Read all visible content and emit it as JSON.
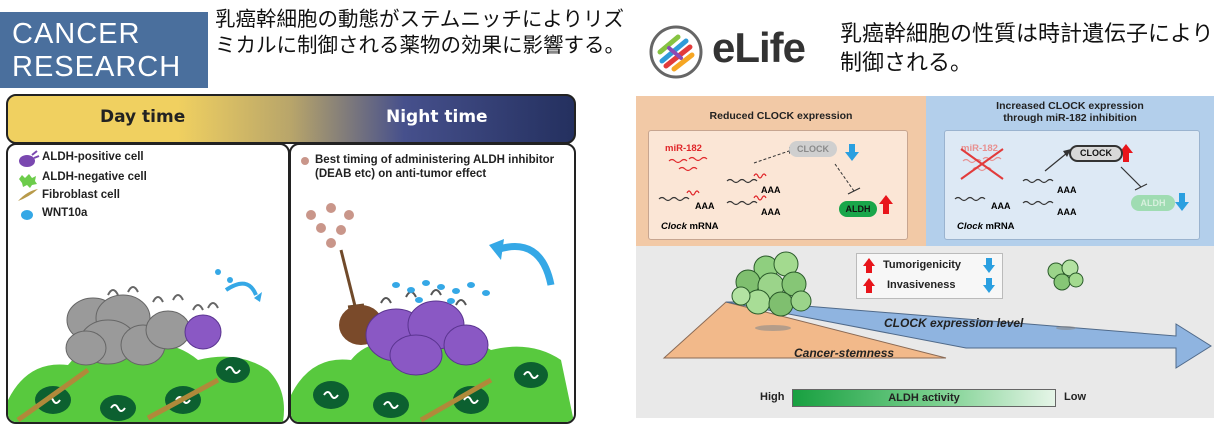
{
  "left": {
    "logo": {
      "line1": "CANCER",
      "line2": "RESEARCH",
      "color": "#4a6f9d"
    },
    "caption": "乳癌幹細胞の動態がステムニッチによりリズミカルに制御される薬物の効果に影響する。",
    "timeline": {
      "day_label": "Day time",
      "night_label": "Night time",
      "day_color": "#f0d060",
      "night_color": "#24305f"
    },
    "legend": [
      {
        "label": "ALDH-positive cell",
        "icon": "aldh-positive-cell-icon"
      },
      {
        "label": "ALDH-negative cell",
        "icon": "aldh-negative-cell-icon"
      },
      {
        "label": "Fibroblast cell",
        "icon": "fibroblast-cell-icon"
      },
      {
        "label": "WNT10a",
        "icon": "wnt10a-icon"
      }
    ],
    "night_text": "Best timing of administering ALDH inhibitor (DEAB etc) on anti-tumor effect"
  },
  "right": {
    "logo": {
      "word": "eLife"
    },
    "caption": "乳癌幹細胞の性質は時計遺伝子により制御される。",
    "reduced": {
      "title": "Reduced CLOCK expression",
      "mirna": "miR-182",
      "clock": "CLOCK",
      "aldh": "ALDH",
      "aaa": "AAA",
      "mrna_label_italic": "Clock",
      "mrna_label_rest": " mRNA"
    },
    "increased": {
      "title_line1": "Increased CLOCK expression",
      "title_line2": "through miR-182 inhibition",
      "mirna": "miR-182",
      "clock": "CLOCK",
      "aldh": "ALDH",
      "aaa": "AAA",
      "mrna_label_italic": "Clock",
      "mrna_label_rest": " mRNA"
    },
    "effects": [
      {
        "label": "Tumorigenicity"
      },
      {
        "label": "Invasiveness"
      }
    ],
    "clock_expression_label": "CLOCK expression level",
    "stemness_label": "Cancer-stemness",
    "aldh_bar": {
      "label": "ALDH activity",
      "high": "High",
      "low": "Low"
    },
    "colors": {
      "up_arrow": "#e8151b",
      "down_arrow": "#2a9fe0",
      "aldh_green": "#19a64a"
    }
  }
}
